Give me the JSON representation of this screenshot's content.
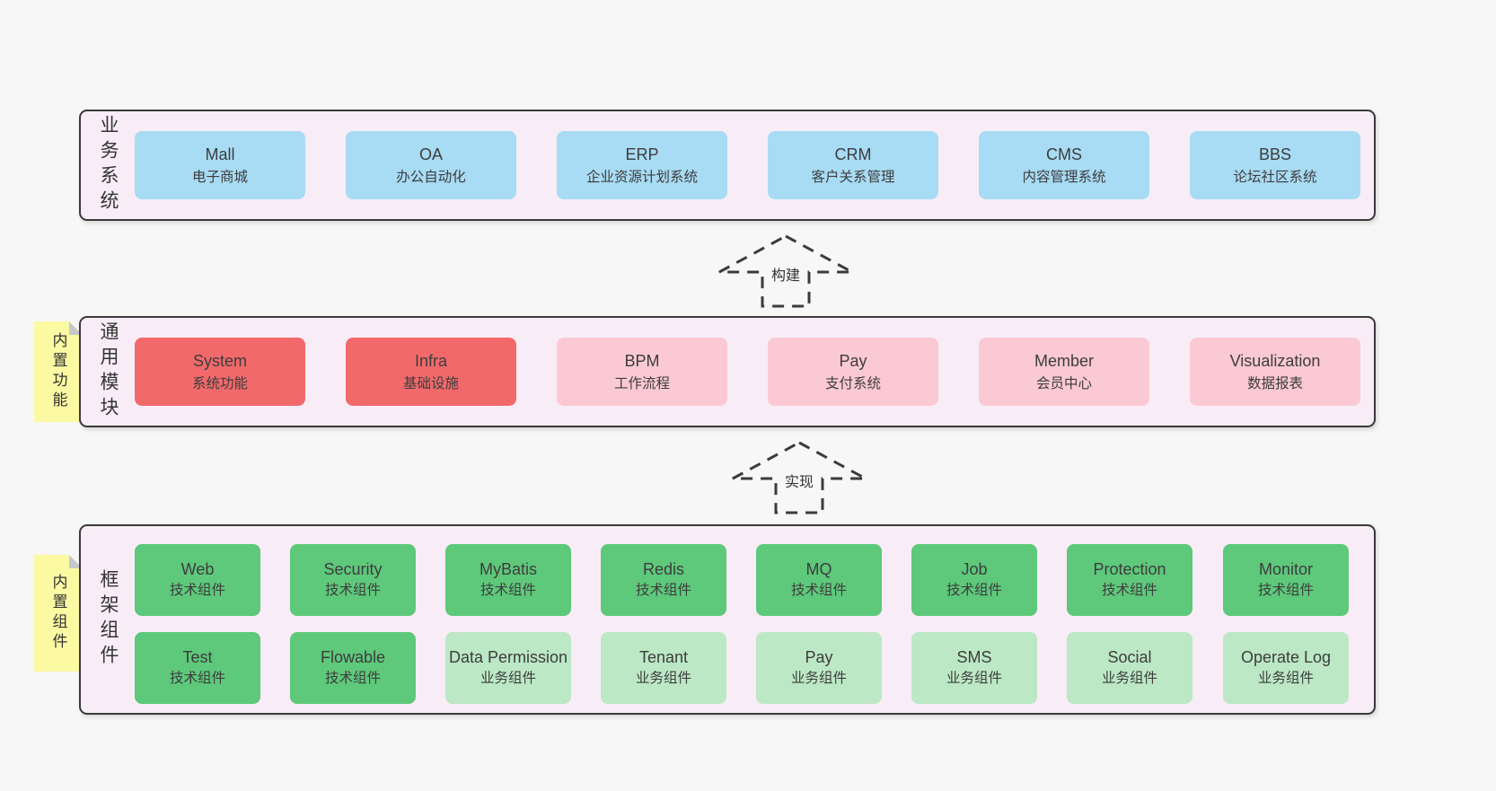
{
  "colors": {
    "page_bg": "#f7f7f7",
    "band_bg": "#f8edf6",
    "band_border": "#3a3a3a",
    "box_blue": "#a8dbf4",
    "box_red": "#f2696b",
    "box_pink": "#fbc9d3",
    "box_green": "#5ec87b",
    "box_light_green": "#bce8c5",
    "note_yellow": "#fbf9a2",
    "note_fold": "#c7c8ca",
    "text_dark": "#3d3d3d",
    "label_dark": "#333333",
    "arrow_stroke": "#3b3b3b"
  },
  "bands": [
    {
      "id": "business-systems",
      "label": "业务系统",
      "boxes": [
        {
          "title": "Mall",
          "subtitle": "电子商城"
        },
        {
          "title": "OA",
          "subtitle": "办公自动化"
        },
        {
          "title": "ERP",
          "subtitle": "企业资源计划系统"
        },
        {
          "title": "CRM",
          "subtitle": "客户关系管理"
        },
        {
          "title": "CMS",
          "subtitle": "内容管理系统"
        },
        {
          "title": "BBS",
          "subtitle": "论坛社区系统"
        }
      ]
    },
    {
      "id": "common-modules",
      "label": "通用模块",
      "note": "内置功能",
      "boxes": [
        {
          "title": "System",
          "subtitle": "系统功能"
        },
        {
          "title": "Infra",
          "subtitle": "基础设施"
        },
        {
          "title": "BPM",
          "subtitle": "工作流程"
        },
        {
          "title": "Pay",
          "subtitle": "支付系统"
        },
        {
          "title": "Member",
          "subtitle": "会员中心"
        },
        {
          "title": "Visualization",
          "subtitle": "数据报表"
        }
      ]
    },
    {
      "id": "framework-components",
      "label": "框架组件",
      "note": "内置组件",
      "rows": [
        [
          {
            "title": "Web",
            "subtitle": "技术组件"
          },
          {
            "title": "Security",
            "subtitle": "技术组件"
          },
          {
            "title": "MyBatis",
            "subtitle": "技术组件"
          },
          {
            "title": "Redis",
            "subtitle": "技术组件"
          },
          {
            "title": "MQ",
            "subtitle": "技术组件"
          },
          {
            "title": "Job",
            "subtitle": "技术组件"
          },
          {
            "title": "Protection",
            "subtitle": "技术组件"
          },
          {
            "title": "Monitor",
            "subtitle": "技术组件"
          }
        ],
        [
          {
            "title": "Test",
            "subtitle": "技术组件"
          },
          {
            "title": "Flowable",
            "subtitle": "技术组件"
          },
          {
            "title": "Data Permission",
            "subtitle": "业务组件"
          },
          {
            "title": "Tenant",
            "subtitle": "业务组件"
          },
          {
            "title": "Pay",
            "subtitle": "业务组件"
          },
          {
            "title": "SMS",
            "subtitle": "业务组件"
          },
          {
            "title": "Social",
            "subtitle": "业务组件"
          },
          {
            "title": "Operate Log",
            "subtitle": "业务组件"
          }
        ]
      ]
    }
  ],
  "arrows": [
    {
      "label": "构建"
    },
    {
      "label": "实现"
    }
  ]
}
